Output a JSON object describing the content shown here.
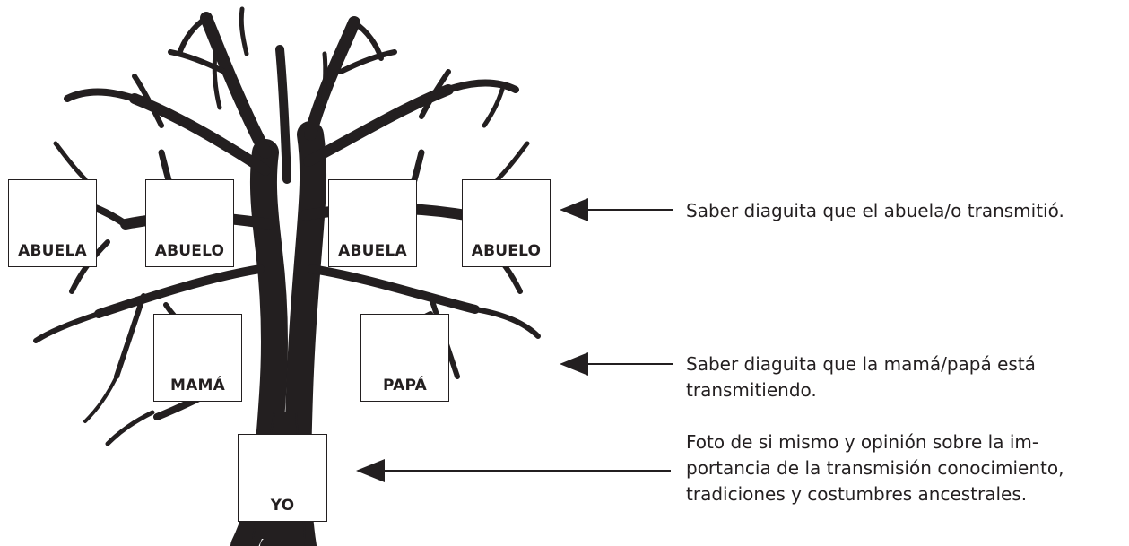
{
  "colors": {
    "tree": "#231f20",
    "ink": "#231f20",
    "background": "#ffffff"
  },
  "boxes": {
    "abuela_1": "ABUELA",
    "abuelo_1": "ABUELO",
    "abuela_2": "ABUELA",
    "abuelo_2": "ABUELO",
    "mama": "MAMÁ",
    "papa": "PAPÁ",
    "yo": "YO"
  },
  "notes": {
    "grandparents": "Saber diaguita que el abuela/o transmitió.",
    "parents": {
      "line1": "Saber diaguita que la mamá/papá está",
      "line2": "transmitiendo."
    },
    "self": {
      "line1": "Foto de si mismo y opinión sobre la im-",
      "line2": "portancia de la transmisión conocimiento,",
      "line3": "tradiciones y costumbres ancestrales."
    }
  },
  "icons": [
    "arrow-left-icon",
    "tree-silhouette"
  ]
}
